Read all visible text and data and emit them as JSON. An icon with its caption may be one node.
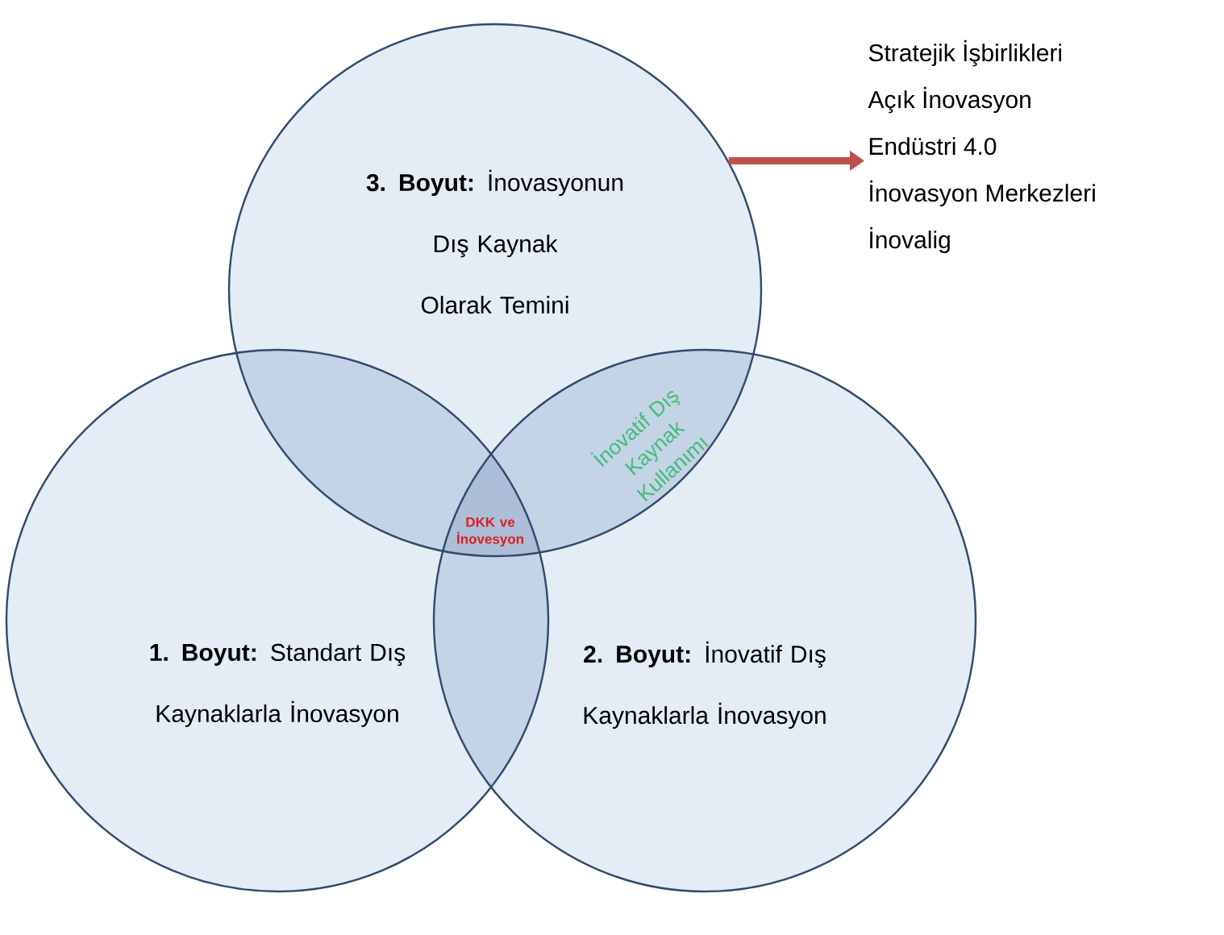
{
  "diagram": {
    "nodes": [
      {
        "text": [
          "**3. Boyut:** İnovasyonun Dış Kaynak Olarak Temini"
        ]
      },
      {
        "text": [
          "**1. Boyut:** Standart Dış Kaynaklarla İnovasyon"
        ]
      },
      {
        "text": [
          "**2. Boyut:** İnovatif Dış Kaynaklarla İnovasyon"
        ]
      },
      {
        "text": [
          "Stratejik İşbirlikleri",
          "Açık İnovasyon",
          "Endüstri 4.0",
          "İnovasyon Merkezleri",
          "İnovalig"
        ]
      }
    ],
    "edges": [
      {
        "from": 0,
        "to": 3,
        "arrow": "to",
        "color": "#c0504d"
      }
    ],
    "labels": [
      "DKK ve İnovesyon",
      "İnovatif Dış Kaynak Kullanımı"
    ]
  }
}
